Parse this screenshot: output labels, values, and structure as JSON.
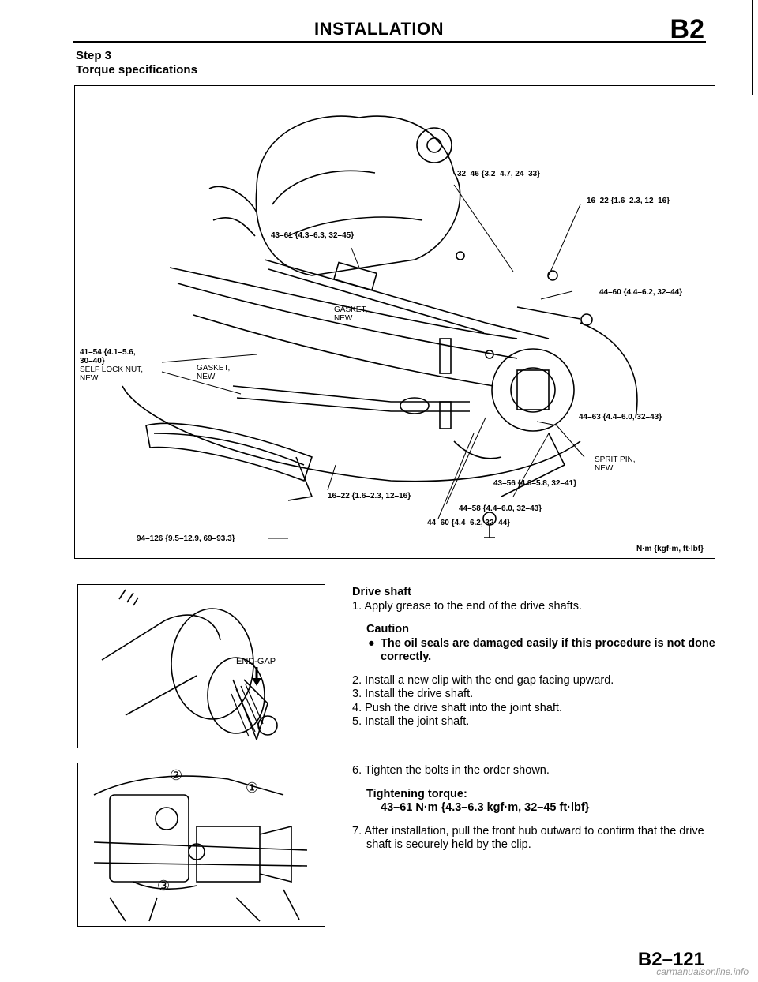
{
  "header": {
    "title": "INSTALLATION",
    "section": "B2"
  },
  "step": {
    "number": "Step 3",
    "subtitle": "Torque specifications"
  },
  "figure1": {
    "callouts": {
      "c1": "32–46 {3.2–4.7, 24–33}",
      "c2": "16–22 {1.6–2.3, 12–16}",
      "c3": "43–61 {4.3–6.3, 32–45}",
      "c4": "44–60 {4.4–6.2, 32–44}",
      "gasket1": "GASKET,",
      "gasket1_new": "NEW",
      "c5_line1": "41–54 {4.1–5.6,",
      "c5_line2": "30–40}",
      "c5_line3": "SELF LOCK NUT,",
      "c5_line4": "NEW",
      "gasket2": "GASKET,",
      "gasket2_new": "NEW",
      "c6": "44–63 {4.4–6.0, 32–43}",
      "sprit": "SPRIT PIN,",
      "sprit_new": "NEW",
      "c7": "43–56 {4.3–5.8, 32–41}",
      "c8": "16–22 {1.6–2.3, 12–16}",
      "c9": "44–58 {4.4–6.0, 32–43}",
      "c10": "44–60 {4.4–6.2, 32–44}",
      "c11": "94–126 {9.5–12.9, 69–93.3}"
    },
    "units": "N·m {kgf·m, ft·lbf}"
  },
  "figure2": {
    "label": "END-GAP"
  },
  "figure3": {
    "markers": [
      "①",
      "②",
      "③"
    ]
  },
  "instructions": {
    "heading": "Drive shaft",
    "step1": "1. Apply grease to the end of the drive shafts.",
    "caution_title": "Caution",
    "caution_text": "The oil seals are damaged easily if this procedure is not done correctly.",
    "step2": "2. Install a new clip with the end gap facing upward.",
    "step3": "3. Install the drive shaft.",
    "step4": "4. Push the drive shaft into the joint shaft.",
    "step5": "5. Install the joint shaft.",
    "step6": "6. Tighten the bolts in the order shown.",
    "torque_title": "Tightening torque:",
    "torque_value": "43–61 N·m {4.3–6.3 kgf·m, 32–45 ft·lbf}",
    "step7": "7. After installation, pull the front hub outward to confirm that the drive shaft is securely held by the clip."
  },
  "footer": {
    "page": "B2–121",
    "watermark": "carmanualsonline.info"
  }
}
